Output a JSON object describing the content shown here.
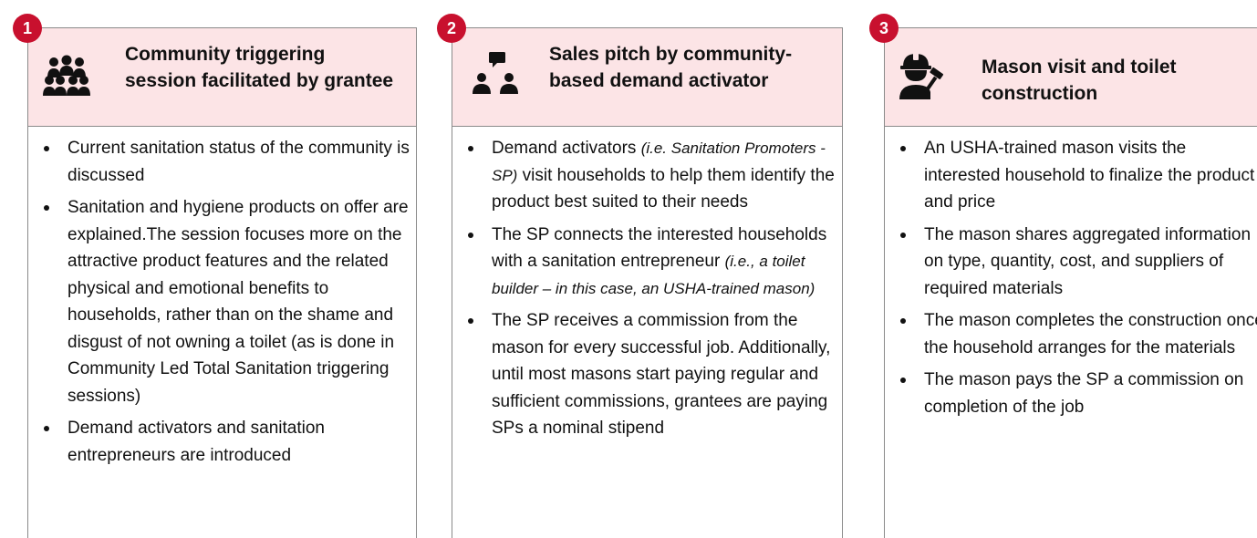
{
  "steps": [
    {
      "number": "1",
      "title": "Community triggering session facilitated by grantee",
      "icon": "group-icon",
      "bullets": [
        "Current sanitation status of the community is discussed",
        "Sanitation and hygiene products on offer are explained.The session focuses more on the attractive product features and the related physical and emotional benefits to households, rather than on the shame and disgust of not owning a toilet (as is done in Community Led Total Sanitation triggering sessions)",
        "Demand activators and sanitation entrepreneurs are introduced"
      ]
    },
    {
      "number": "2",
      "title": "Sales pitch by community-based demand activator",
      "icon": "conversation-icon",
      "bullets": [
        {
          "pre": "Demand activators ",
          "italic": "(i.e. Sanitation Promoters - SP)",
          "post": " visit households to help them identify the product best suited to their needs"
        },
        {
          "pre": "The SP connects the interested households with a sanitation entrepreneur ",
          "italic": "(i.e., a toilet builder – in this case, an USHA-trained mason)",
          "post": ""
        },
        {
          "pre": "The SP receives a commission from the mason for every successful job. Additionally, until most masons start paying regular and sufficient commissions, grantees are paying SPs a nominal stipend",
          "italic": "",
          "post": ""
        }
      ]
    },
    {
      "number": "3",
      "title": "Mason visit and toilet construction",
      "icon": "mason-icon",
      "bullets": [
        "An USHA-trained mason visits the interested household to finalize the product and price",
        "The mason shares aggregated information on type, quantity, cost, and suppliers of required materials",
        "The mason completes the construction once the household arranges for the materials",
        "The mason pays the SP a commission on completion of the job"
      ]
    }
  ],
  "colors": {
    "header_bg": "#fce4e6",
    "badge": "#c8102e",
    "border": "#8a8a8a"
  }
}
